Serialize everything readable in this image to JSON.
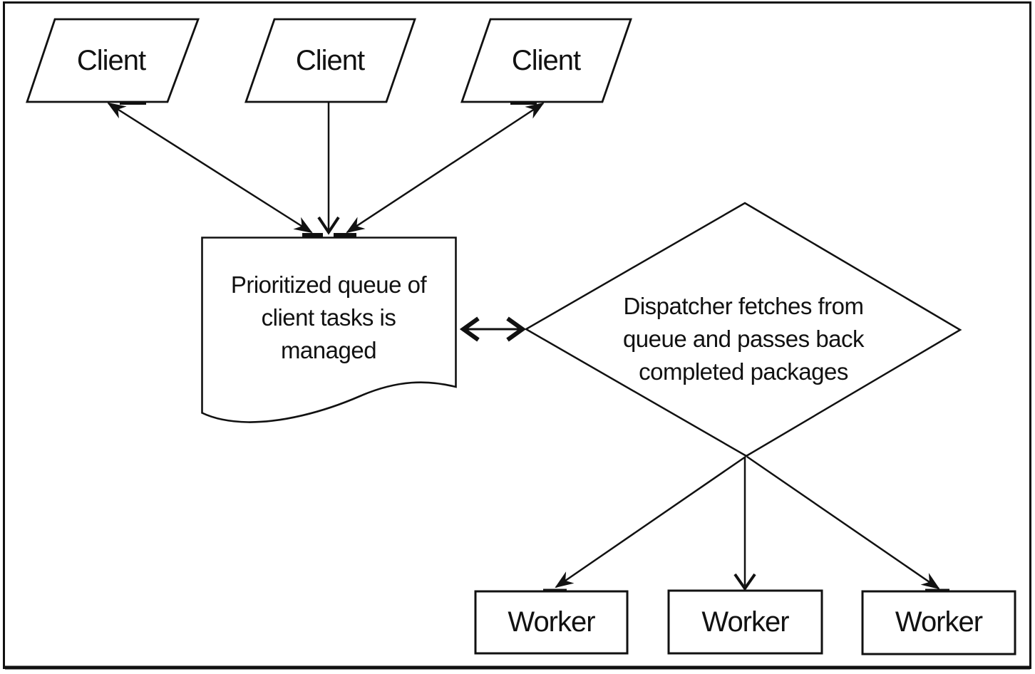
{
  "diagram": {
    "clients": [
      {
        "label": "Client"
      },
      {
        "label": "Client"
      },
      {
        "label": "Client"
      }
    ],
    "queue": {
      "lines": [
        "Prioritized queue of",
        "client tasks is",
        "managed"
      ]
    },
    "dispatcher": {
      "lines": [
        "Dispatcher fetches from",
        "queue and passes back",
        "completed packages"
      ]
    },
    "workers": [
      {
        "label": "Worker"
      },
      {
        "label": "Worker"
      },
      {
        "label": "Worker"
      }
    ],
    "edges": [
      {
        "from": "client-1",
        "to": "queue",
        "bidirectional": true
      },
      {
        "from": "client-2",
        "to": "queue",
        "bidirectional": false
      },
      {
        "from": "client-3",
        "to": "queue",
        "bidirectional": true
      },
      {
        "from": "queue",
        "to": "dispatcher",
        "bidirectional": true
      },
      {
        "from": "dispatcher",
        "to": "worker-1",
        "bidirectional": false
      },
      {
        "from": "dispatcher",
        "to": "worker-2",
        "bidirectional": false
      },
      {
        "from": "dispatcher",
        "to": "worker-3",
        "bidirectional": false
      }
    ],
    "colors": {
      "line": "#111111",
      "background": "#ffffff"
    }
  }
}
